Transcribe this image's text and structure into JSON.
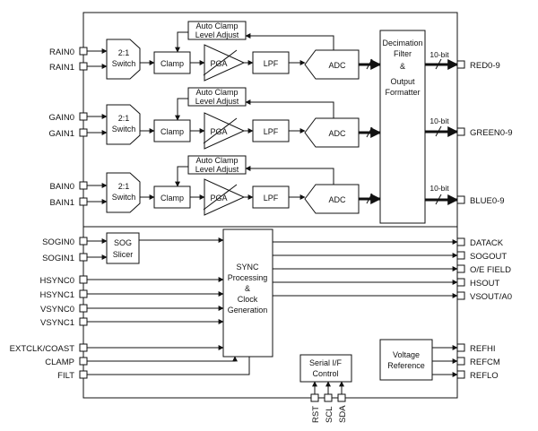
{
  "inputs": {
    "rain0": "RAIN0",
    "rain1": "RAIN1",
    "gain0": "GAIN0",
    "gain1": "GAIN1",
    "bain0": "BAIN0",
    "bain1": "BAIN1",
    "sogin0": "SOGIN0",
    "sogin1": "SOGIN1",
    "hsync0": "HSYNC0",
    "hsync1": "HSYNC1",
    "vsync0": "VSYNC0",
    "vsync1": "VSYNC1",
    "extclk": "EXTCLK/COAST",
    "clamp": "CLAMP",
    "filt": "FILT"
  },
  "outputs": {
    "red": "RED0-9",
    "green": "GREEN0-9",
    "blue": "BLUE0-9",
    "datack": "DATACK",
    "sogout": "SOGOUT",
    "oe_field": "O/E FIELD",
    "hsout": "HSOUT",
    "vsout": "VSOUT/A0",
    "refhi": "REFHI",
    "refcm": "REFCM",
    "reflo": "REFLO"
  },
  "bottom_pins": {
    "rst": "RST",
    "scl": "SCL",
    "sda": "SDA"
  },
  "blocks": {
    "switch_l1": "2:1",
    "switch_l2": "Switch",
    "clamp": "Clamp",
    "pga": "PGA",
    "lpf": "LPF",
    "adc": "ADC",
    "auto_clamp_l1": "Auto Clamp",
    "auto_clamp_l2": "Level Adjust",
    "decim_l1": "Decimation",
    "decim_l2": "Filter",
    "decim_l3": "&",
    "decim_l4": "Output",
    "decim_l5": "Formatter",
    "bits": "10-bit",
    "sog_l1": "SOG",
    "sog_l2": "Slicer",
    "sync_l1": "SYNC",
    "sync_l2": "Processing",
    "sync_l3": "&",
    "sync_l4": "Clock",
    "sync_l5": "Generation",
    "serial_l1": "Serial I/F",
    "serial_l2": "Control",
    "vref_l1": "Voltage",
    "vref_l2": "Reference"
  }
}
